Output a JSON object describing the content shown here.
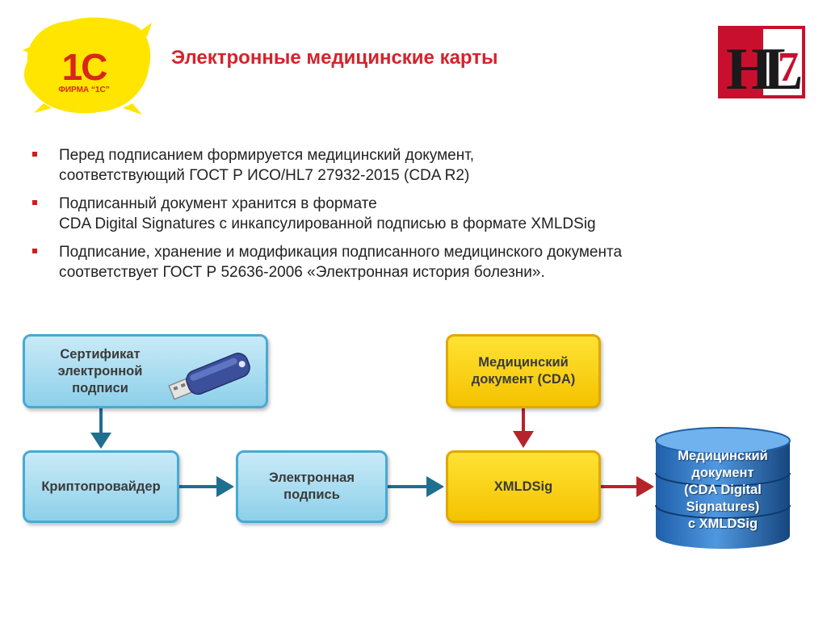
{
  "title": "Электронные медицинские карты",
  "logo_1c": {
    "mark": "1С",
    "subtitle": "ФИРМА “1С”"
  },
  "logo_hl7": {
    "text": "HL7"
  },
  "bullets": [
    {
      "lines": [
        "Перед подписанием формируется медицинский документ,",
        "соответствующий ГОСТ Р ИСО/HL7 27932-2015 (CDA R2)"
      ]
    },
    {
      "lines": [
        "Подписанный документ хранится в формате",
        "CDA Digital Signatures с инкапсулированной подписью в формате XMLDSig"
      ]
    },
    {
      "lines": [
        "Подписание, хранение и модификация подписанного медицинского документа",
        "соответствует ГОСТ Р 52636-2006 «Электронная история болезни»."
      ]
    }
  ],
  "diagram": {
    "cert": [
      "Сертификат",
      "электронной",
      "подписи"
    ],
    "crypto": "Криптопровайдер",
    "esig": [
      "Электронная",
      "подпись"
    ],
    "meddoc": [
      "Медицинский",
      "документ (CDA)"
    ],
    "xmldsig": "XMLDSig",
    "result": [
      "Медицинский",
      "документ",
      "(CDA Digital",
      "Signatures)",
      "с XMLDSig"
    ]
  },
  "colors": {
    "accent_red": "#d4232a",
    "blue_box": "#8dd0ea",
    "yellow_box": "#f4c300",
    "blue_arrow": "#1f6f8f",
    "red_arrow": "#b5242a"
  },
  "icons": [
    "usb-token-icon",
    "database-cylinder-icon",
    "bullet-square-icon"
  ]
}
